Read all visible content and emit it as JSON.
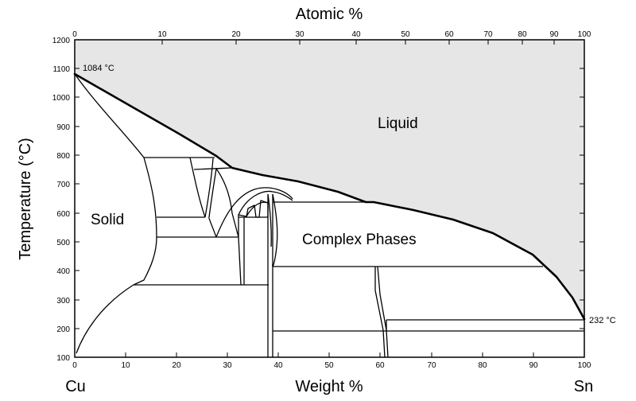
{
  "title_top": "Atomic %",
  "xlabel": "Weight %",
  "ylabel": "Temperature (°C)",
  "left_element": "Cu",
  "right_element": "Sn",
  "annotations": {
    "cu_melting": "1084 °C",
    "sn_melting": "232 °C"
  },
  "regions": {
    "liquid": "Liquid",
    "solid": "Solid",
    "complex": "Complex Phases"
  },
  "colors": {
    "liquid_fill": "#e6e6e6",
    "line": "#000000"
  },
  "y_ticks": [
    "100",
    "200",
    "300",
    "400",
    "500",
    "600",
    "700",
    "800",
    "900",
    "1000",
    "1100",
    "1200"
  ],
  "x_bottom_ticks": [
    "0",
    "10",
    "20",
    "30",
    "40",
    "50",
    "60",
    "70",
    "80",
    "90",
    "100"
  ],
  "x_top_ticks": [
    "0",
    "10",
    "20",
    "30",
    "40",
    "50",
    "60",
    "70",
    "80",
    "90",
    "100"
  ]
}
